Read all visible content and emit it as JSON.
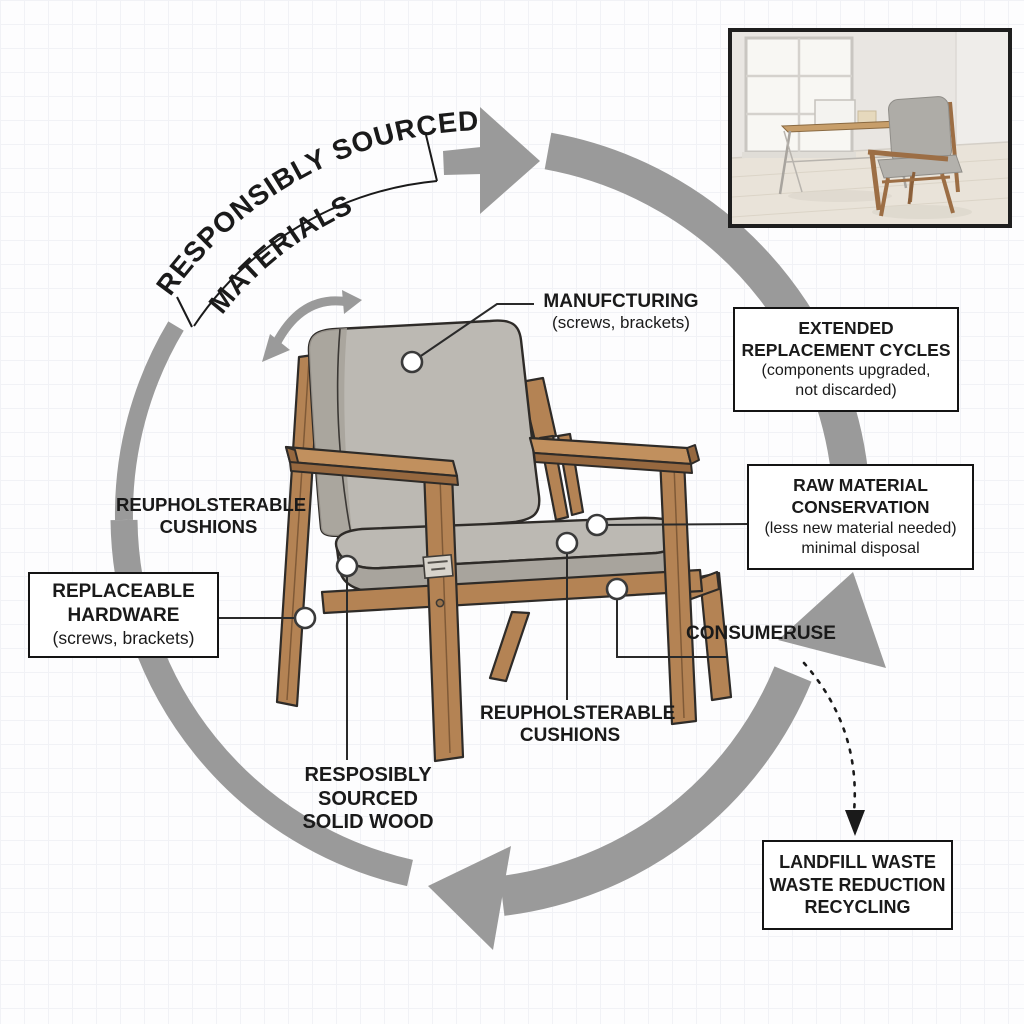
{
  "title_banner": {
    "line1": "RESPONSIBLY SOURCED",
    "line2": "MATERIALS"
  },
  "callouts": {
    "manufacturing": {
      "title": "MANUFCTURING",
      "sub": "(screws, brackets)"
    },
    "cushions_left": {
      "line1": "REUPHOLSTERABLE",
      "line2": "CUSHIONS"
    },
    "cushions_bottom": {
      "line1": "REUPHOLSTERABLE",
      "line2": "CUSHIONS"
    },
    "consumer_use": {
      "title": "CONSUMERUSE"
    },
    "solid_wood": {
      "line1": "RESPOSIBLY SOURCED",
      "line2": "SOLID WOOD"
    }
  },
  "boxes": {
    "replaceable_hardware": {
      "line1": "REPLACEABLE",
      "line2": "HARDWARE",
      "line3": "(screws, brackets)"
    },
    "extended_cycles": {
      "line1": "EXTENDED",
      "line2": "REPLACEMENT CYCLES",
      "line3": "(components upgraded,",
      "line4": "not discarded)"
    },
    "raw_material": {
      "line1": "RAW MATERIAL",
      "line2": "CONSERVATION",
      "line3": "(less new material needed)",
      "line4": "minimal disposal"
    },
    "landfill": {
      "line1": "LANDFILL WASTE",
      "line2": "WASTE REDUCTION",
      "line3": "RECYCLING"
    }
  },
  "colors": {
    "arrow_gray": "#9a9a9a",
    "wood": "#b48354",
    "wood_dark": "#96683f",
    "cushion": "#bcb9b3",
    "outline": "#2e2b28",
    "text": "#1a1a1a"
  }
}
